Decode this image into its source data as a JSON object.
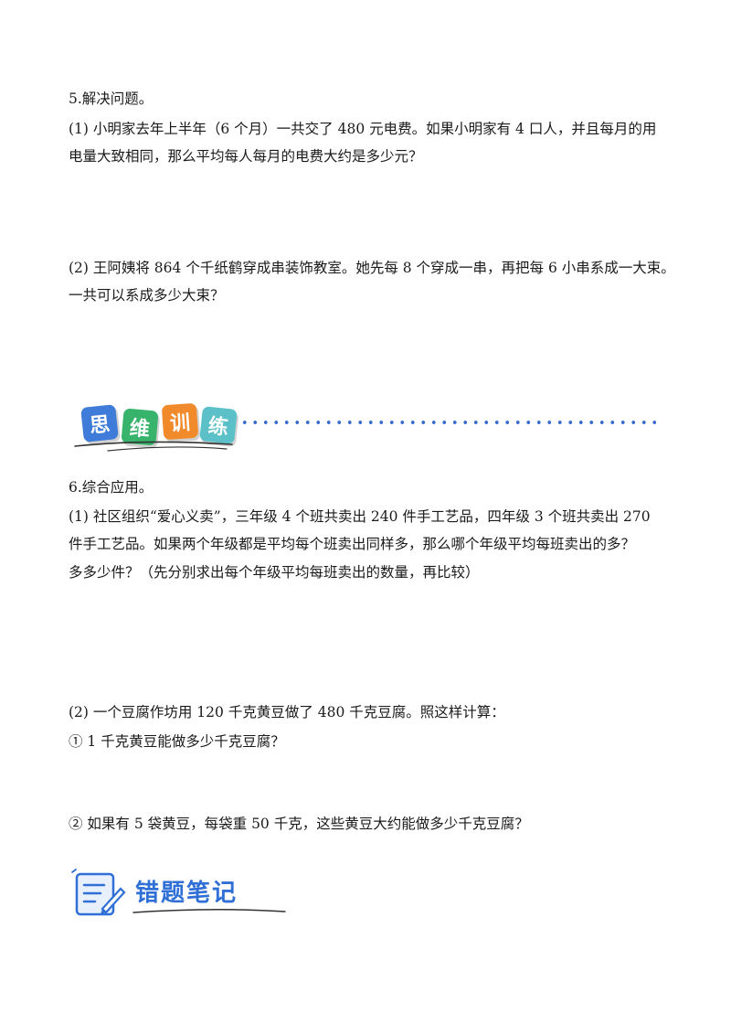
{
  "section5": {
    "heading": "5.解决问题。",
    "q1_line1": "(1)  小明家去年上半年（6 个月）一共交了 480 元电费。如果小明家有 4 口人，并且每月的用",
    "q1_line2": "电量大致相同，那么平均每人每月的电费大约是多少元？",
    "q2_line1": "(2)  王阿姨将 864 个千纸鹤穿成串装饰教室。她先每 8 个穿成一串，再把每 6 小串系成一大束。",
    "q2_line2": "一共可以系成多少大束？"
  },
  "banner": {
    "tiles": [
      "思",
      "维",
      "训",
      "练"
    ],
    "colors": [
      "#3f7bd8",
      "#38b36b",
      "#f08a2b",
      "#5cc0c8"
    ]
  },
  "section6": {
    "heading": "6.综合应用。",
    "q1_line1": "(1)  社区组织“爱心义卖”，三年级 4 个班共卖出 240 件手工艺品，四年级 3 个班共卖出 270",
    "q1_line2": "件手工艺品。如果两个年级都是平均每个班卖出同样多，那么哪个年级平均每班卖出的多？",
    "q1_line3": "多多少件？（先分别求出每个年级平均每班卖出的数量，再比较）",
    "q2_line1": "(2)  一个豆腐作坊用 120 千克黄豆做了 480 千克豆腐。照这样计算：",
    "q2_sub1": "①  1 千克黄豆能做多少千克豆腐？",
    "q2_sub2": "②  如果有 5 袋黄豆，每袋重 50 千克，这些黄豆大约能做多少千克豆腐？"
  },
  "notes": {
    "title": "错题笔记",
    "icon": "notepad-pen-icon"
  }
}
